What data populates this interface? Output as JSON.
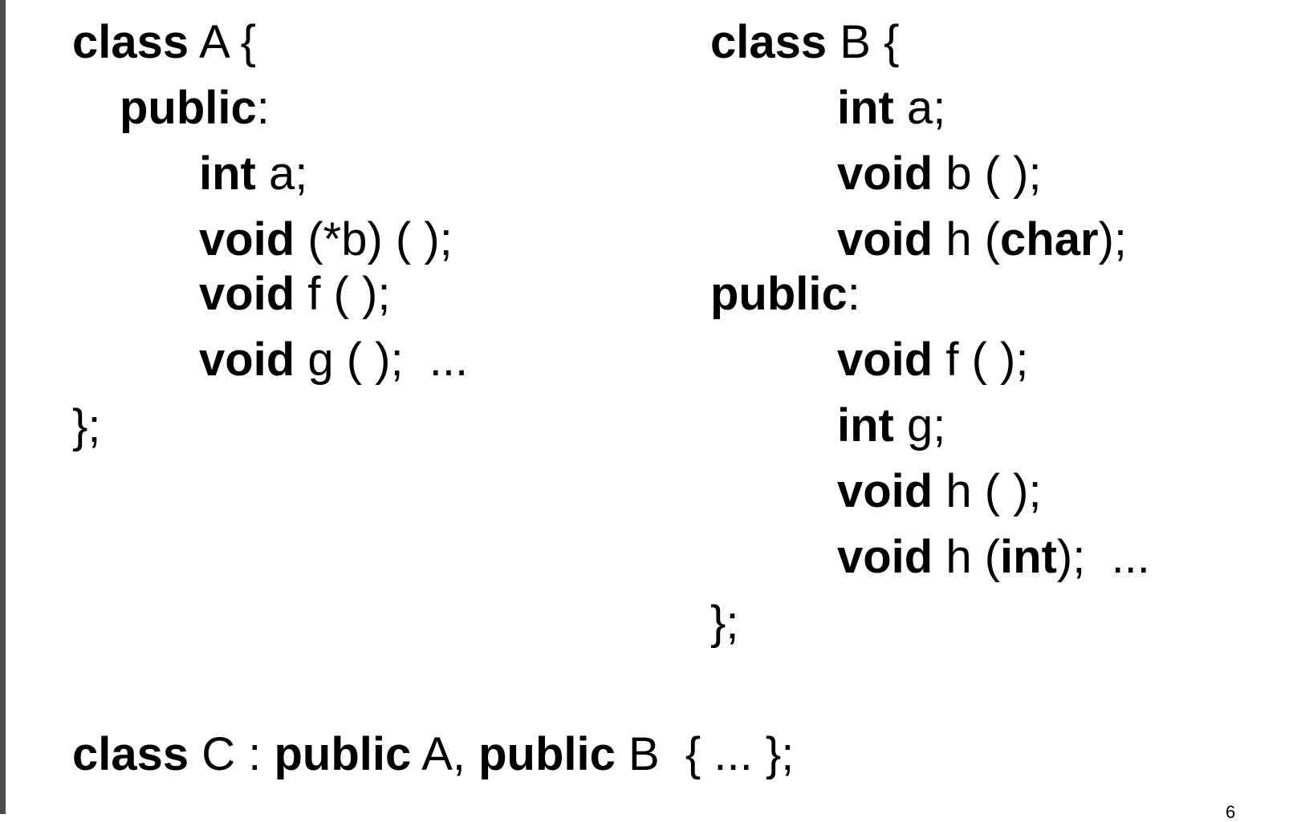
{
  "slide": {
    "class_a": {
      "line1": {
        "kw": "class",
        "rest": " A {"
      },
      "line2": {
        "kw": "public",
        "rest": ":"
      },
      "line3": {
        "kw": "int",
        "rest": " a;"
      },
      "line4": {
        "kw": "void",
        "rest": " (*b) ( );"
      },
      "line5": {
        "kw": "void",
        "rest": " f ( );"
      },
      "line6": {
        "kw": "void",
        "rest": " g ( );  ..."
      },
      "line7": {
        "text": "};"
      }
    },
    "class_b": {
      "line1": {
        "kw": "class",
        "rest": " B {"
      },
      "line2": {
        "kw": "int",
        "rest": " a;"
      },
      "line3": {
        "kw": "void",
        "rest": " b ( );"
      },
      "line4": {
        "kw": "void",
        "rest": " h (",
        "kw2": "char",
        "rest2": ");"
      },
      "line5": {
        "kw": "public",
        "rest": ":"
      },
      "line6": {
        "kw": "void",
        "rest": " f ( );"
      },
      "line7": {
        "kw": "int",
        "rest": " g;"
      },
      "line8": {
        "kw": "void",
        "rest": " h ( );"
      },
      "line9": {
        "kw": "void",
        "rest": " h (",
        "kw2": "int",
        "rest2": ");  ..."
      },
      "line10": {
        "text": "};"
      }
    },
    "class_c": {
      "kw1": "class",
      "rest1": " C : ",
      "kw2": "public",
      "rest2": " A, ",
      "kw3": "public",
      "rest3": " B  { ... };"
    },
    "page_number": "6"
  }
}
